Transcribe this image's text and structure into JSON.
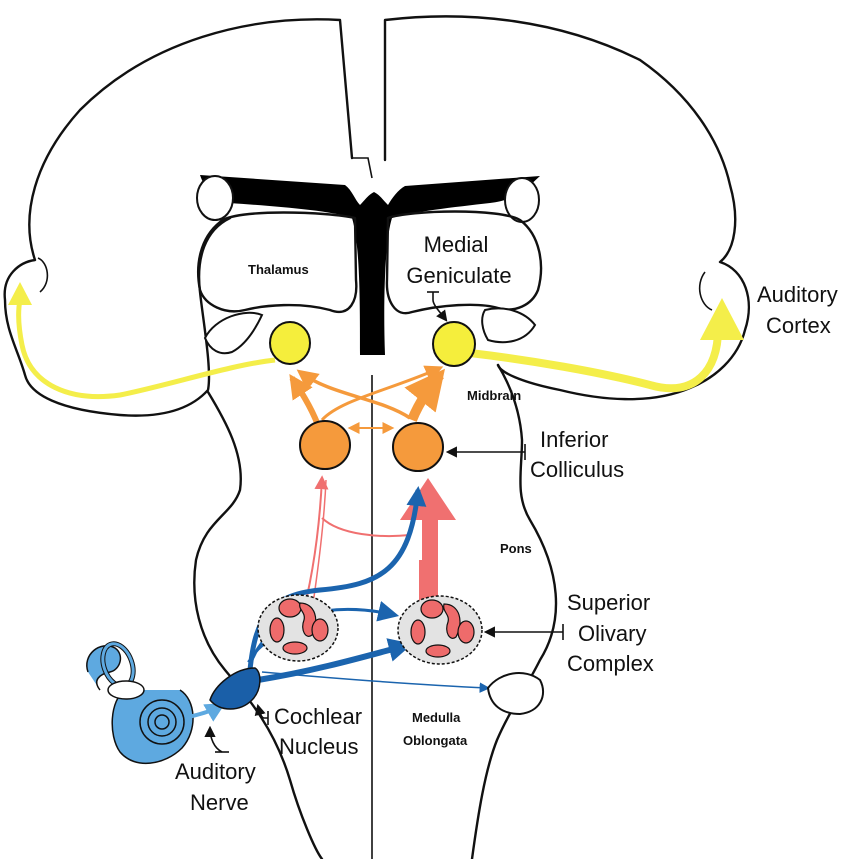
{
  "labels": {
    "thalamus": "Thalamus",
    "medial_geniculate_1": "Medial",
    "medial_geniculate_2": "Geniculate",
    "auditory_cortex_1": "Auditory",
    "auditory_cortex_2": "Cortex",
    "midbrain": "Midbrain",
    "inferior_colliculus_1": "Inferior",
    "inferior_colliculus_2": "Colliculus",
    "pons": "Pons",
    "superior_olivary_1": "Superior",
    "superior_olivary_2": "Olivary",
    "superior_olivary_3": "Complex",
    "cochlear_nucleus_1": "Cochlear",
    "cochlear_nucleus_2": "Nucleus",
    "medulla_1": "Medulla",
    "medulla_2": "Oblongata",
    "auditory_nerve_1": "Auditory",
    "auditory_nerve_2": "Nerve"
  },
  "colors": {
    "outline": "#111111",
    "ventricle": "#000000",
    "geniculate": "#f5ee3c",
    "thalamocortical": "#f4ee4a",
    "colliculus": "#f59a3c",
    "lemniscal": "#f07070",
    "olive_fill": "#e3e3e3",
    "olive_nuclei": "#ee6b6b",
    "cochlea": "#5ea9e0",
    "cochlear_nucleus": "#1a5fa8",
    "blue_path": "#1b64ae"
  }
}
